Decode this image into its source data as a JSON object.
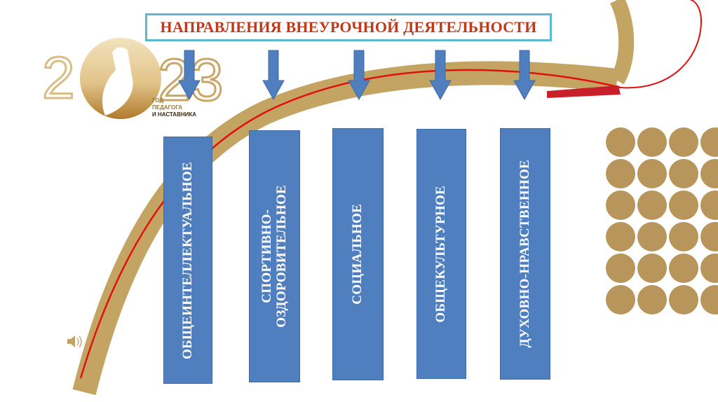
{
  "title": "НАПРАВЛЕНИЯ ВНЕУРОЧНОЙ ДЕЯТЕЛЬНОСТИ",
  "logo": {
    "year": "2023",
    "lines": [
      "ГОД",
      "ПЕДАГОГА",
      "И НАСТАВНИКА"
    ]
  },
  "directions": [
    {
      "label": "ОБЩЕИНТЕЛЛЕКТУАЛЬНОЕ"
    },
    {
      "label": "СПОРТИВНО-\nОЗДОРОВИТЕЛЬНОЕ"
    },
    {
      "label": "СОЦИАЛЬНОЕ"
    },
    {
      "label": "ОБЩЕКУЛЬТУРНОЕ"
    },
    {
      "label": "ДУХОВНО-НРАВСТВЕННОЕ"
    }
  ],
  "colors": {
    "box": "#4f7fbf",
    "title_text": "#c0391b",
    "title_border": "#5bb8cf",
    "gold": "#c4a463",
    "red_line": "#e01010"
  }
}
